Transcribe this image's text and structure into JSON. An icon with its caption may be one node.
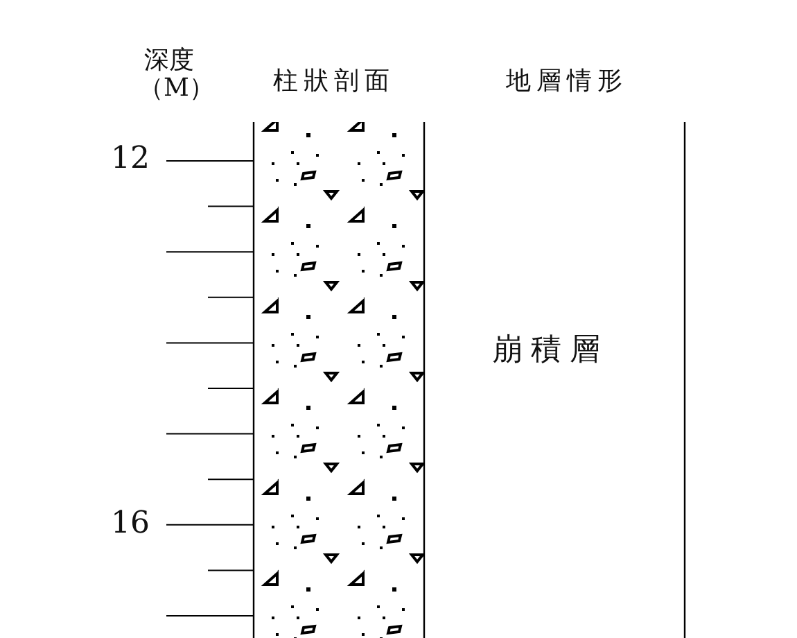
{
  "diagram": {
    "labels": [
      "深度（M）",
      "柱狀剖面",
      "地層情形",
      "12",
      "16",
      "崩積層"
    ]
  }
}
